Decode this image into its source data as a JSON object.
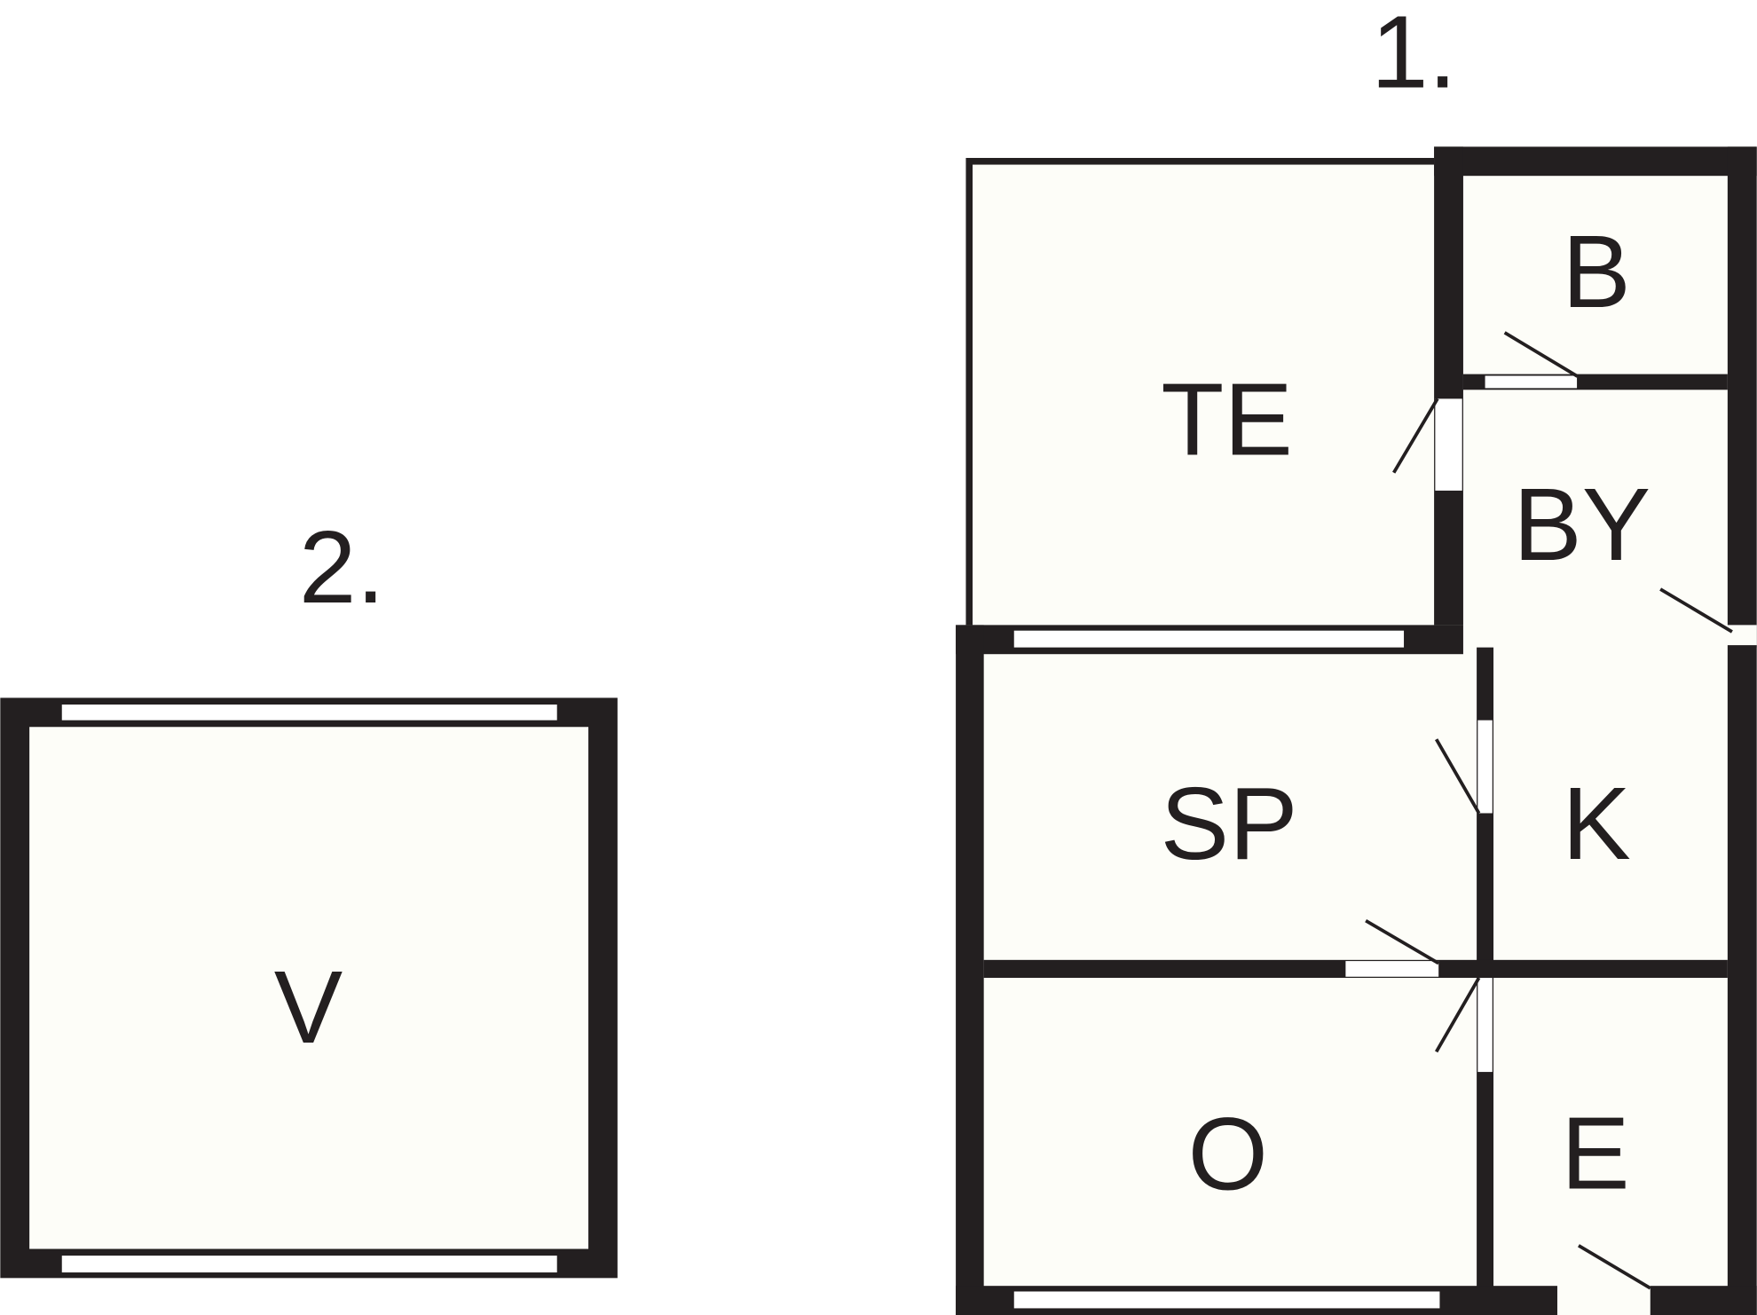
{
  "plans": [
    {
      "number": "1.",
      "rooms": {
        "te": "TE",
        "b": "B",
        "by": "BY",
        "sp": "SP",
        "k": "K",
        "o": "O",
        "e": "E"
      }
    },
    {
      "number": "2.",
      "rooms": {
        "v": "V"
      }
    }
  ],
  "colors": {
    "wall": "#231f20",
    "floor": "#fdfdf8"
  }
}
